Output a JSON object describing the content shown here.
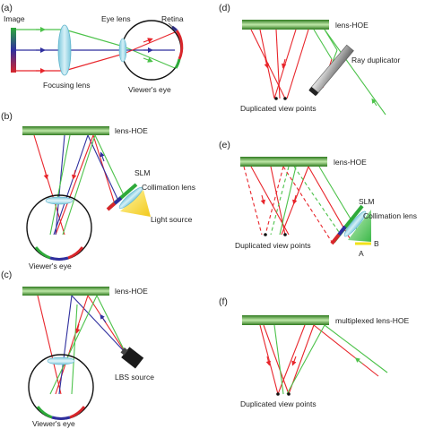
{
  "colors": {
    "red": "#e8252b",
    "green": "#4cc24a",
    "blue": "#2f2f9e",
    "hoe_dark": "#2f7a1f",
    "hoe_light": "#bfe8a8",
    "lens": "#a8dcea",
    "yellow": "#f2e21a"
  },
  "panel_a": {
    "label": "(a)",
    "image": "Image",
    "focusing_lens": "Focusing lens",
    "eye_lens": "Eye lens",
    "retina": "Retina",
    "viewers_eye": "Viewer's eye"
  },
  "panel_b": {
    "label": "(b)",
    "lens_hoe": "lens-HOE",
    "slm": "SLM",
    "collimation_lens": "Collimation lens",
    "light_source": "Light source",
    "viewers_eye": "Viewer's eye"
  },
  "panel_c": {
    "label": "(c)",
    "lens_hoe": "lens-HOE",
    "lbs_source": "LBS source",
    "viewers_eye": "Viewer's eye"
  },
  "panel_d": {
    "label": "(d)",
    "lens_hoe": "lens-HOE",
    "ray_duplicator": "Ray duplicator",
    "duplicated_view_points": "Duplicated view points"
  },
  "panel_e": {
    "label": "(e)",
    "lens_hoe": "lens-HOE",
    "slm": "SLM",
    "collimation_lens": "Collimation lens",
    "duplicated_view_points": "Duplicated view points",
    "point_a": "A",
    "point_b": "B"
  },
  "panel_f": {
    "label": "(f)",
    "lens_hoe": "multiplexed lens-HOE",
    "duplicated_view_points": "Duplicated view points"
  }
}
